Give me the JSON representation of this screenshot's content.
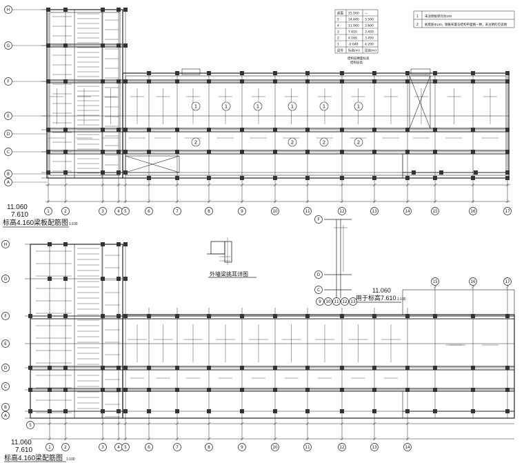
{
  "upper_plan": {
    "elevations": [
      "11.060",
      "7.610"
    ],
    "title": "标高4.160梁板配筋图",
    "scale": "1:100",
    "slab_marks": [
      "1",
      "1",
      "1",
      "1",
      "1",
      "1",
      "2",
      "2",
      "2",
      "2"
    ]
  },
  "lower_plan": {
    "elevations": [
      "11.060",
      "7.610"
    ],
    "title": "标高4.160梁配筋图",
    "scale": "1:100"
  },
  "right_note": {
    "elevations": [
      "11.060"
    ],
    "title": "用于标高7.610",
    "scale": "1:100"
  },
  "detail": {
    "title": "外墙梁挑耳详图"
  },
  "axes": {
    "bottom_upper": [
      "1",
      "2",
      "3",
      "4",
      "5",
      "6",
      "7",
      "8",
      "9",
      "10",
      "11",
      "12",
      "13",
      "14",
      "15",
      "16",
      "17"
    ],
    "bottom_lower": [
      "1",
      "2",
      "3",
      "4",
      "5",
      "6",
      "7",
      "8",
      "9",
      "10",
      "11",
      "12",
      "13",
      "14"
    ],
    "left_upper": [
      "H",
      "G",
      "F",
      "E",
      "D",
      "C",
      "B",
      "A"
    ],
    "left_lower": [
      "H",
      "G",
      "F",
      "E",
      "D",
      "C",
      "B",
      "A"
    ],
    "mid_section": [
      "F",
      "D",
      "C"
    ],
    "mid_row": [
      "9",
      "10",
      "11",
      "12",
      "13"
    ],
    "lower_right_top": [
      "15",
      "16",
      "17"
    ],
    "lower_left_extra": [
      "5"
    ]
  },
  "level_table": {
    "headers": [
      "层号",
      "标高(m)",
      "层高(m)"
    ],
    "rows": [
      [
        "屋面",
        "15.160",
        "—"
      ],
      [
        "5",
        "14.640",
        "3.500"
      ],
      [
        "4",
        "11.060",
        "3.600"
      ],
      [
        "3",
        "7.610",
        "3.450"
      ],
      [
        "2",
        "4.160",
        "3.450"
      ],
      [
        "1",
        "-0.040",
        "4.200"
      ]
    ],
    "caption": [
      "结构层楼面标高",
      "结构层高"
    ]
  },
  "notes": [
    {
      "no": "1",
      "text": "未注明板厚均为100"
    },
    {
      "no": "2",
      "text": "板底筋Φ120，钢筋布置与结构平面图一致，未注明的见说明"
    }
  ]
}
